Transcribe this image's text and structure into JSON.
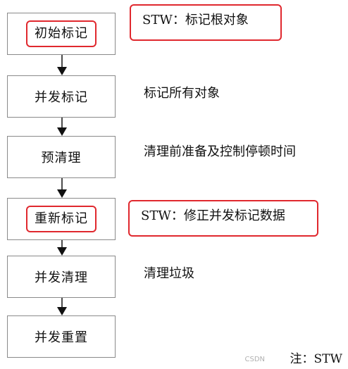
{
  "diagram": {
    "steps": [
      {
        "label": "初始标记",
        "highlight": true,
        "note": "STW：标记根对象",
        "note_highlight": true
      },
      {
        "label": "并发标记",
        "highlight": false,
        "note": "标记所有对象",
        "note_highlight": false
      },
      {
        "label": "预清理",
        "highlight": false,
        "note": "清理前准备及控制停顿时间",
        "note_highlight": false
      },
      {
        "label": "重新标记",
        "highlight": true,
        "note": "STW：修正并发标记数据",
        "note_highlight": true
      },
      {
        "label": "并发清理",
        "highlight": false,
        "note": "清理垃圾",
        "note_highlight": false
      },
      {
        "label": "并发重置",
        "highlight": false,
        "note": "",
        "note_highlight": false
      }
    ],
    "footnote": "注：STW",
    "watermark": "CSDN"
  },
  "colors": {
    "highlight": "#e0282e",
    "box_border": "#8a8a8a",
    "arrow": "#111111"
  }
}
